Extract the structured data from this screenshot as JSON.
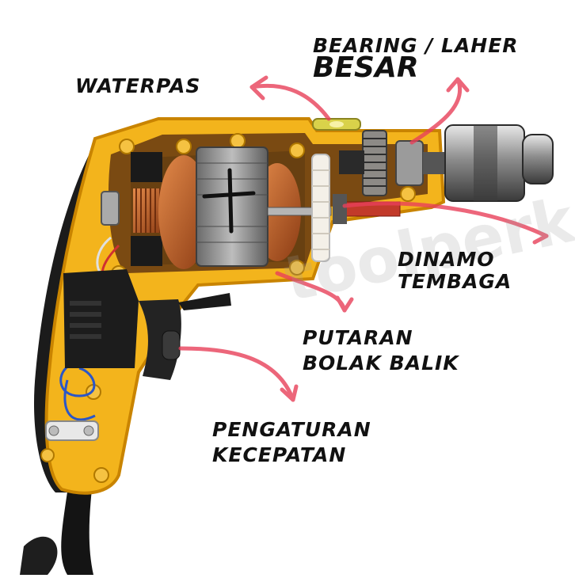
{
  "labels": {
    "waterpas": "WATERPAS",
    "bearing_line1": "BEARING / LAHER",
    "bearing_line2": "BESAR",
    "dinamo_line1": "DINAMO",
    "dinamo_line2": "TEMBAGA",
    "putaran_line1": "PUTARAN",
    "putaran_line2": "BOLAK BALIK",
    "pengaturan_line1": "PENGATURAN",
    "pengaturan_line2": "KECEPATAN"
  },
  "watermark": "toolperkakas",
  "colors": {
    "housing": "#f3b41c",
    "housing_edge": "#c98400",
    "handle_grip": "#1b1b1b",
    "copper": "#c8642a",
    "chuck": "#9a9a9a",
    "arrow": "#e8405a"
  }
}
